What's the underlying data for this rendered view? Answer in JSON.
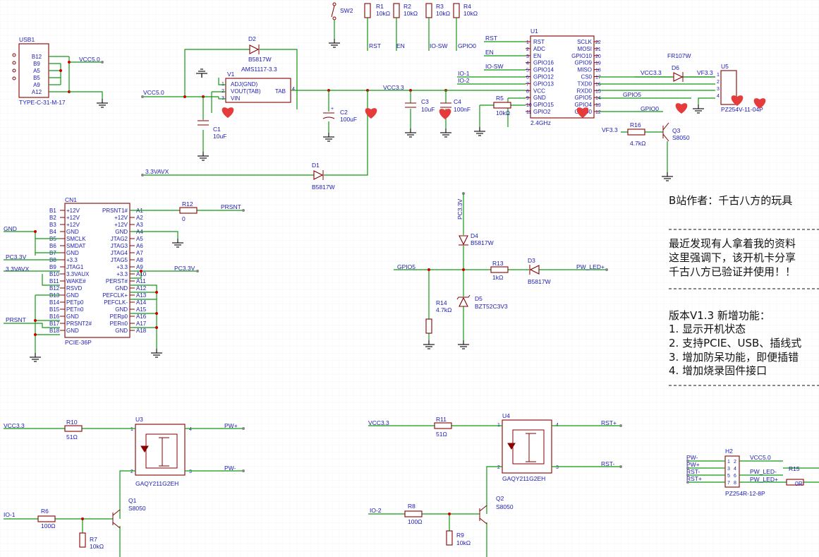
{
  "components": {
    "usb1": {
      "ref": "USB1",
      "value": "TYPE-C-31-M-17",
      "pins": [
        "B12",
        "B9",
        "A5",
        "B5",
        "A9",
        "A12"
      ]
    },
    "d2": {
      "ref": "D2",
      "value": "B5817W"
    },
    "v1": {
      "ref": "V1",
      "value": "AMS1117-3.3",
      "pins": [
        "ADJ(GND)",
        "VOUT(TAB)",
        "VIN",
        "TAB"
      ]
    },
    "c1": {
      "ref": "C1",
      "value": "10uF"
    },
    "c2": {
      "ref": "C2",
      "value": "100uF"
    },
    "c3": {
      "ref": "C3",
      "value": "10uF"
    },
    "c4": {
      "ref": "C4",
      "value": "100nF"
    },
    "d1": {
      "ref": "D1",
      "value": "B5817W"
    },
    "sw2": {
      "ref": "SW2"
    },
    "r1": {
      "ref": "R1",
      "value": "10kΩ"
    },
    "r2": {
      "ref": "R2",
      "value": "10kΩ"
    },
    "r3": {
      "ref": "R3",
      "value": "10kΩ"
    },
    "r4": {
      "ref": "R4",
      "value": "10kΩ"
    },
    "u1": {
      "ref": "U1",
      "value": "2.4GHz",
      "left": [
        "RST",
        "ADC",
        "EN",
        "GPIO16",
        "GPIO14",
        "GPIO12",
        "GPIO13",
        "VCC",
        "GND",
        "GPIO15",
        "GPIO2"
      ],
      "right": [
        "SCLK",
        "MOSI",
        "GPIO10",
        "GPIO9",
        "MISO",
        "CS0",
        "TXD0",
        "RXD0",
        "GPIO5",
        "GPIO4",
        "GPIO0"
      ]
    },
    "r5": {
      "ref": "R5",
      "value": "10kΩ"
    },
    "d6": {
      "ref": "D6",
      "value": "FR107W"
    },
    "u5": {
      "ref": "U5",
      "value": "PZ254V-11-04P"
    },
    "r16": {
      "ref": "R16",
      "value": "4.7kΩ"
    },
    "q3": {
      "ref": "Q3",
      "value": "S8050"
    },
    "cn1": {
      "ref": "CN1",
      "value": "PCIE-36P",
      "left": [
        "+12V",
        "+12V",
        "+12V",
        "GND",
        "SMCLK",
        "SMDAT",
        "GND",
        "+3.3",
        "JTAG1",
        "3.3VAUX",
        "WAKE#",
        "RSVD",
        "GND",
        "PETp0",
        "PETn0",
        "GND",
        "PRSNT2#",
        "GND"
      ],
      "leftnum": [
        "B1",
        "B2",
        "B3",
        "B4",
        "B5",
        "B6",
        "B7",
        "B8",
        "B9",
        "B10",
        "B11",
        "B12",
        "B13",
        "B14",
        "B15",
        "B16",
        "B17",
        "B18"
      ],
      "right": [
        "PRSNT1#",
        "+12V",
        "+12V",
        "GND",
        "JTAG2",
        "JTAG3",
        "JTAG4",
        "JTAG5",
        "+3.3",
        "+3.3",
        "PERST#",
        "GND",
        "PEFCLK+",
        "PEFCLK-",
        "GND",
        "PERp0",
        "PERn0",
        "GND"
      ],
      "rightnum": [
        "A1",
        "A2",
        "A3",
        "A4",
        "A5",
        "A6",
        "A7",
        "A8",
        "A9",
        "A10",
        "A11",
        "A12",
        "A13",
        "A14",
        "A15",
        "A16",
        "A17",
        "A18"
      ]
    },
    "r12": {
      "ref": "R12",
      "value": "0"
    },
    "d4": {
      "ref": "D4",
      "value": "B5817W"
    },
    "r13": {
      "ref": "R13",
      "value": "1kΩ"
    },
    "d3": {
      "ref": "D3",
      "value": "B5817W"
    },
    "r14": {
      "ref": "R14",
      "value": "4.7kΩ"
    },
    "d5": {
      "ref": "D5",
      "value": "BZT52C3V3"
    },
    "u3": {
      "ref": "U3",
      "value": "GAQY211G2EH"
    },
    "r10": {
      "ref": "R10",
      "value": "51Ω"
    },
    "r6": {
      "ref": "R6",
      "value": "100Ω"
    },
    "r7": {
      "ref": "R7",
      "value": "10kΩ"
    },
    "q1": {
      "ref": "Q1",
      "value": "S8050"
    },
    "u4": {
      "ref": "U4",
      "value": "GAQY211G2EH"
    },
    "r11": {
      "ref": "R11",
      "value": "51Ω"
    },
    "r8": {
      "ref": "R8",
      "value": "100Ω"
    },
    "r9": {
      "ref": "R9",
      "value": "10kΩ"
    },
    "q2": {
      "ref": "Q2",
      "value": "S8050"
    },
    "h2": {
      "ref": "H2",
      "value": "PZ254R-12-8P",
      "pins": [
        "1",
        "2",
        "3",
        "4",
        "5",
        "6",
        "7",
        "8"
      ]
    },
    "r15": {
      "ref": "R15",
      "value": "0R"
    }
  },
  "nets": {
    "vcc50": "VCC5.0",
    "vcc33": "VCC3.3",
    "v33aux": "3.3VAVX",
    "rst": "RST",
    "en": "EN",
    "iosw": "IO-SW",
    "gpio0": "GPIO0",
    "io1": "IO-1",
    "io2": "IO-2",
    "gpio5": "GPIO5",
    "vf33": "VF3.3",
    "prsnt": "PRSNT",
    "gnd": "GND",
    "pc33": "PC3.3V",
    "pwled": "PW_LED+",
    "pwled_m": "PW_LED-",
    "pwp": "PW+",
    "pwm": "PW-",
    "rstp": "RST+",
    "rstm": "RST-",
    "pin_nums": [
      "1",
      "2",
      "3",
      "4",
      "5",
      "6",
      "7",
      "8",
      "9",
      "10",
      "11",
      "12",
      "13",
      "14",
      "15",
      "16",
      "17",
      "18",
      "19",
      "20",
      "21",
      "22"
    ]
  },
  "notes": {
    "author": "B站作者：千古八方的玩具",
    "line1": "最近发现有人拿着我的资料",
    "line2": "这里强调下，该开机卡分享",
    "line3": "千古八方已验证并使用！！",
    "version_title": "版本V1.3 新增功能：",
    "f1": "1. 显示开机状态",
    "f2": "2. 支持PCIE、USB、插线式",
    "f3": "3. 增加防呆功能，即便插错",
    "f4": "4. 增加烧录固件接口"
  }
}
